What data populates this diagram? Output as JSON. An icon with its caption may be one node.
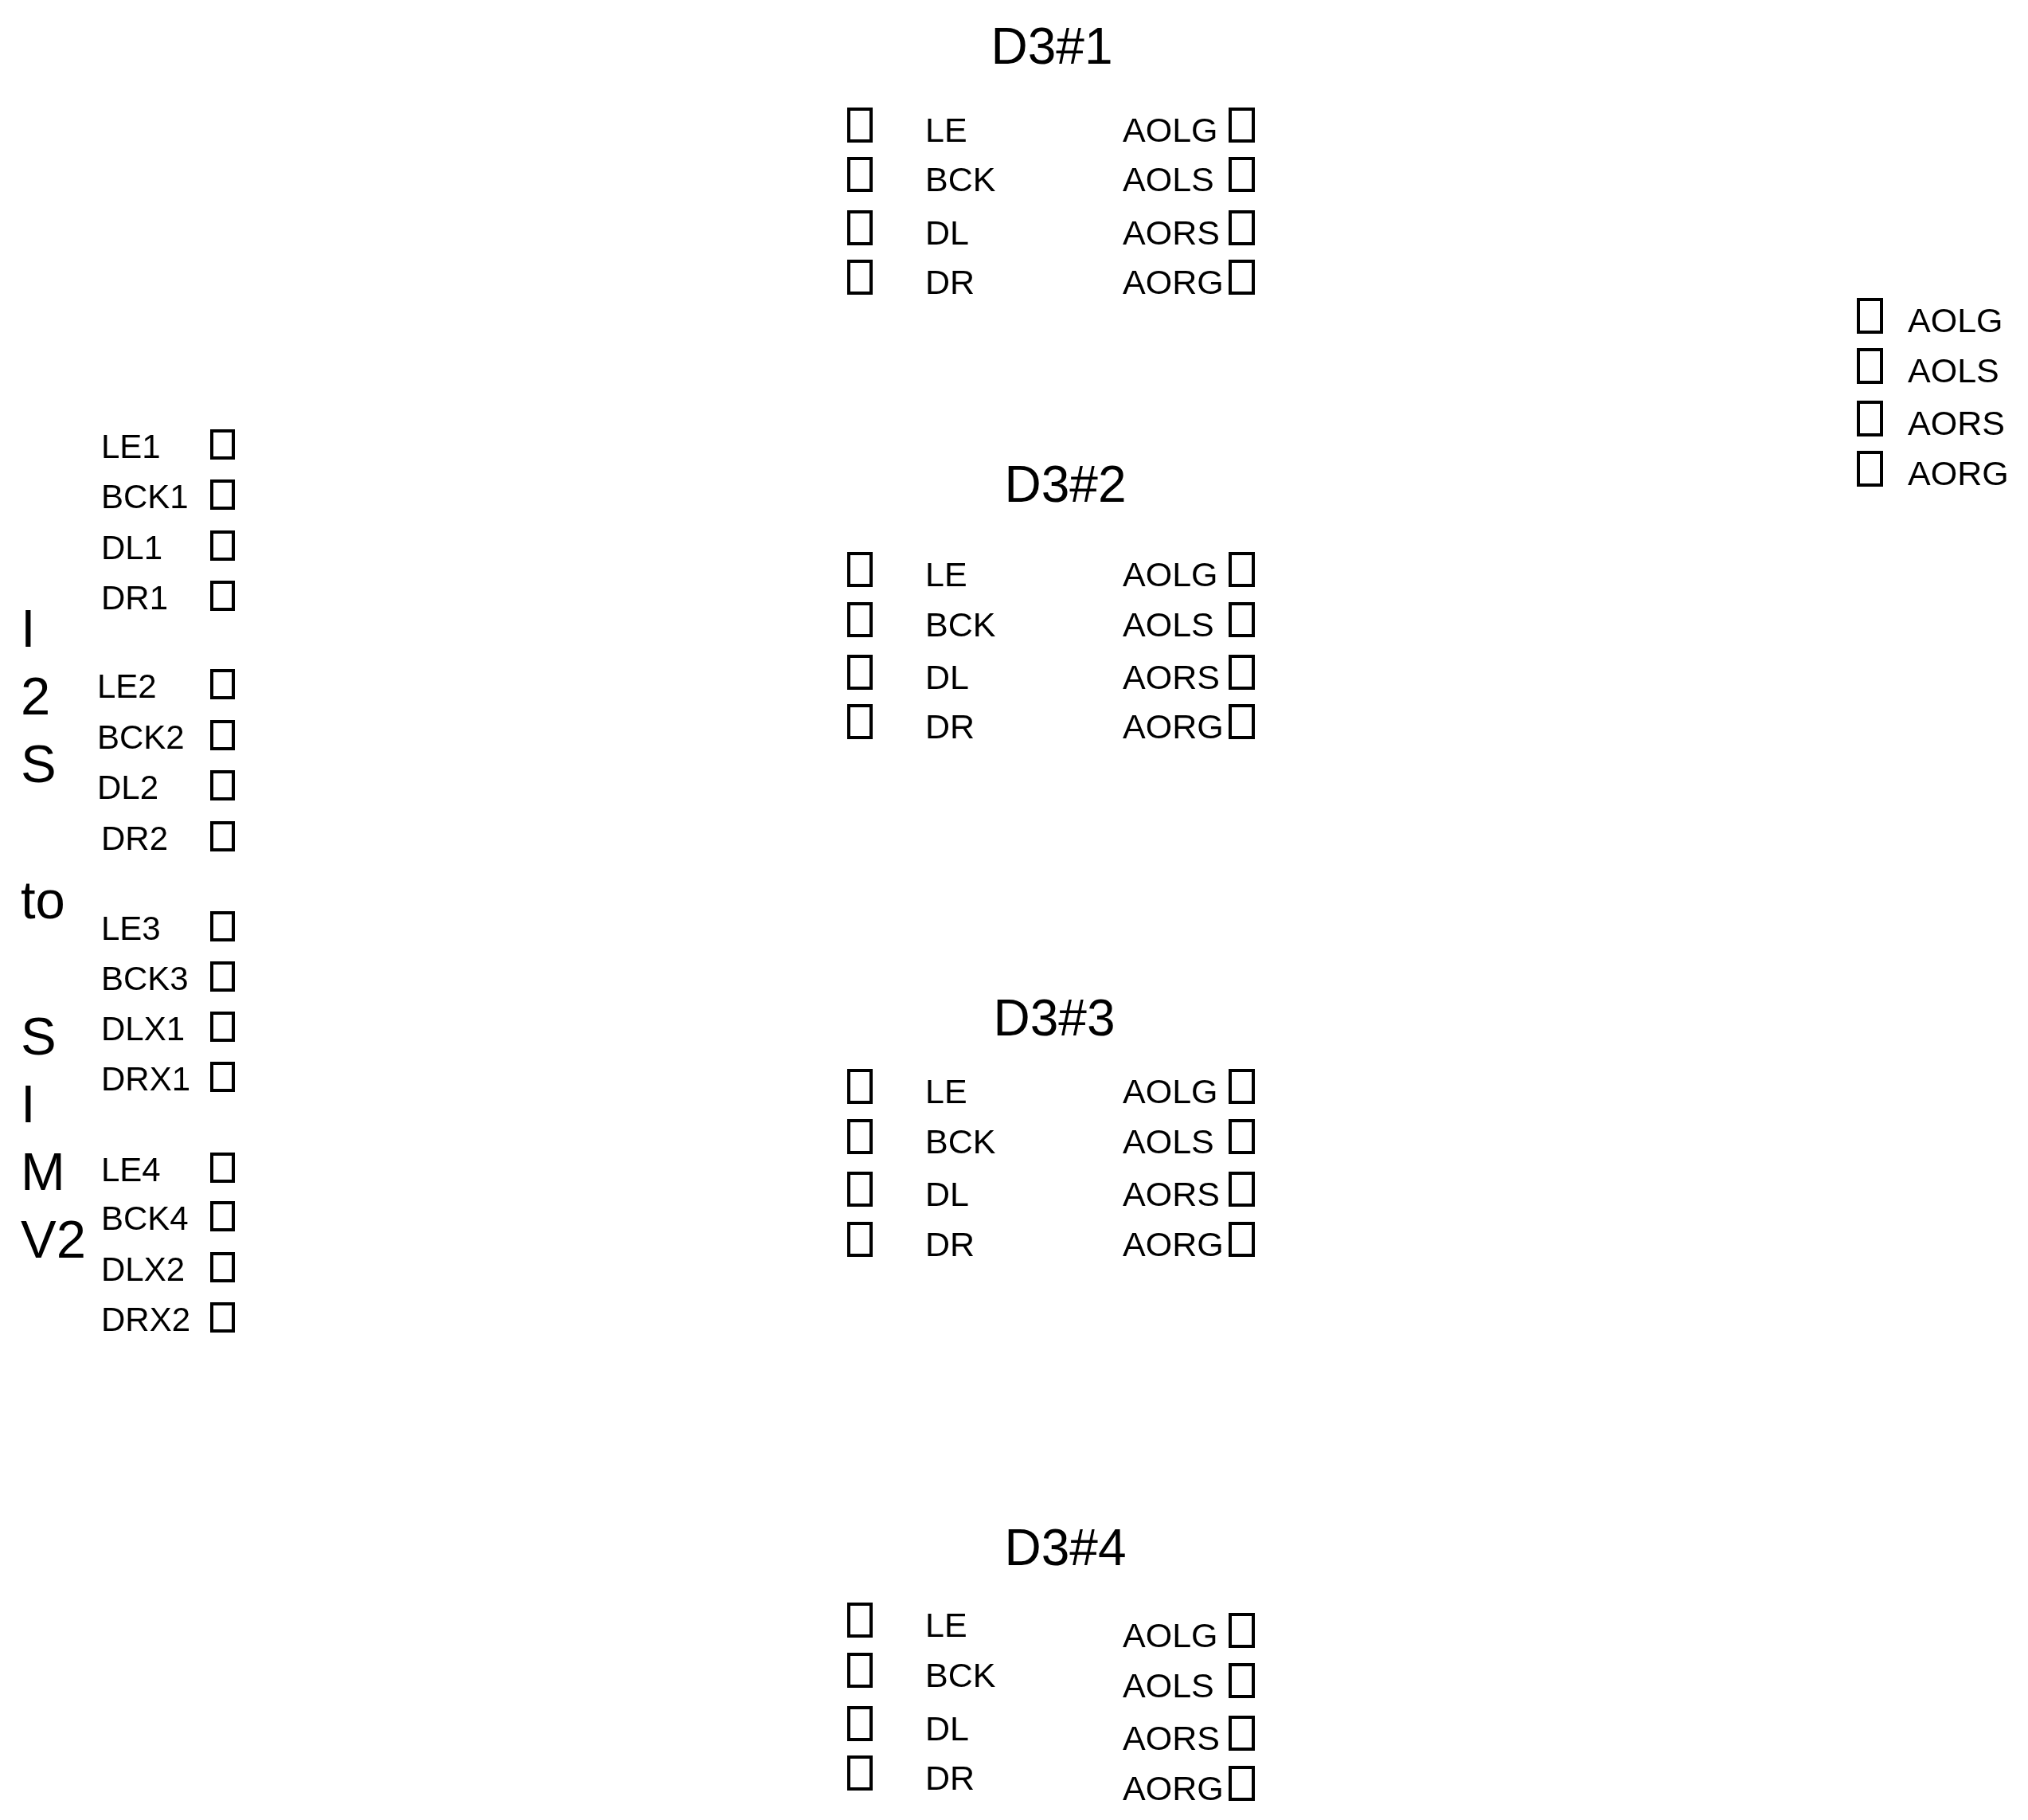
{
  "diagram": {
    "nodes": [
      {
        "text": [],
        "shape": "box",
        "beside": [
          "LE1"
        ]
      },
      {
        "text": [],
        "shape": "box",
        "beside": [
          "BCK1"
        ]
      },
      {
        "text": [],
        "shape": "box",
        "beside": [
          "DL1"
        ]
      },
      {
        "text": [],
        "shape": "box",
        "beside": [
          "DR1"
        ]
      },
      {
        "text": [],
        "shape": "box",
        "beside": [
          "LE2"
        ]
      },
      {
        "text": [],
        "shape": "box",
        "beside": [
          "BCK2"
        ]
      },
      {
        "text": [],
        "shape": "box",
        "beside": [
          "DL2"
        ]
      },
      {
        "text": [],
        "shape": "box",
        "beside": [
          "DR2"
        ]
      },
      {
        "text": [],
        "shape": "box",
        "beside": [
          "LE3"
        ]
      },
      {
        "text": [],
        "shape": "box",
        "beside": [
          "BCK3"
        ]
      },
      {
        "text": [],
        "shape": "box",
        "beside": [
          "DLX1"
        ]
      },
      {
        "text": [],
        "shape": "box",
        "beside": [
          "DRX1"
        ]
      },
      {
        "text": [],
        "shape": "box",
        "beside": [
          "LE4"
        ]
      },
      {
        "text": [],
        "shape": "box",
        "beside": [
          "BCK4"
        ]
      },
      {
        "text": [],
        "shape": "box",
        "beside": [
          "DLX2"
        ]
      },
      {
        "text": [],
        "shape": "box",
        "beside": [
          "DRX2"
        ]
      },
      {
        "text": [],
        "shape": "box",
        "beside": [
          "LE"
        ]
      },
      {
        "text": [],
        "shape": "box",
        "beside": [
          "AOLG"
        ]
      },
      {
        "text": [],
        "shape": "box",
        "beside": [
          "BCK"
        ]
      },
      {
        "text": [],
        "shape": "box",
        "beside": [
          "AOLS"
        ]
      },
      {
        "text": [],
        "shape": "box",
        "beside": [
          "DL"
        ]
      },
      {
        "text": [],
        "shape": "box",
        "beside": [
          "AORS"
        ]
      },
      {
        "text": [],
        "shape": "box",
        "beside": [
          "DR"
        ]
      },
      {
        "text": [],
        "shape": "box",
        "beside": [
          "AORG"
        ]
      },
      {
        "text": [],
        "shape": "box",
        "beside": [
          "LE"
        ]
      },
      {
        "text": [],
        "shape": "box",
        "beside": [
          "AOLG"
        ]
      },
      {
        "text": [],
        "shape": "box",
        "beside": [
          "BCK"
        ]
      },
      {
        "text": [],
        "shape": "box",
        "beside": [
          "AOLS"
        ]
      },
      {
        "text": [],
        "shape": "box",
        "beside": [
          "DL"
        ]
      },
      {
        "text": [],
        "shape": "box",
        "beside": [
          "AORS"
        ]
      },
      {
        "text": [],
        "shape": "box",
        "beside": [
          "DR"
        ]
      },
      {
        "text": [],
        "shape": "box",
        "beside": [
          "AORG"
        ]
      },
      {
        "text": [],
        "shape": "box",
        "beside": [
          "LE"
        ]
      },
      {
        "text": [],
        "shape": "box",
        "beside": [
          "AOLG"
        ]
      },
      {
        "text": [],
        "shape": "box",
        "beside": [
          "BCK"
        ]
      },
      {
        "text": [],
        "shape": "box",
        "beside": [
          "AOLS"
        ]
      },
      {
        "text": [],
        "shape": "box",
        "beside": [
          "DL"
        ]
      },
      {
        "text": [],
        "shape": "box",
        "beside": [
          "AORS"
        ]
      },
      {
        "text": [],
        "shape": "box",
        "beside": [
          "DR"
        ]
      },
      {
        "text": [],
        "shape": "box",
        "beside": [
          "AORG"
        ]
      },
      {
        "text": [],
        "shape": "box",
        "beside": [
          "LE"
        ]
      },
      {
        "text": [],
        "shape": "box",
        "beside": [
          "AOLG"
        ]
      },
      {
        "text": [],
        "shape": "box",
        "beside": [
          "BCK"
        ]
      },
      {
        "text": [],
        "shape": "box",
        "beside": [
          "AOLS"
        ]
      },
      {
        "text": [],
        "shape": "box",
        "beside": [
          "DL"
        ]
      },
      {
        "text": [],
        "shape": "box",
        "beside": [
          "AORS"
        ]
      },
      {
        "text": [],
        "shape": "box",
        "beside": [
          "DR"
        ]
      },
      {
        "text": [],
        "shape": "box",
        "beside": [
          "AORG"
        ]
      },
      {
        "text": [],
        "shape": "box",
        "beside": [
          "AOLG"
        ]
      },
      {
        "text": [],
        "shape": "box",
        "beside": [
          "AOLS"
        ]
      },
      {
        "text": [],
        "shape": "box",
        "beside": [
          "AORS"
        ]
      },
      {
        "text": [],
        "shape": "box",
        "beside": [
          "AORG"
        ]
      }
    ],
    "labels": [
      "I 2 S",
      "to",
      "S I M V2",
      "D3#1",
      "D3#2",
      "D3#3",
      "D3#4"
    ]
  }
}
